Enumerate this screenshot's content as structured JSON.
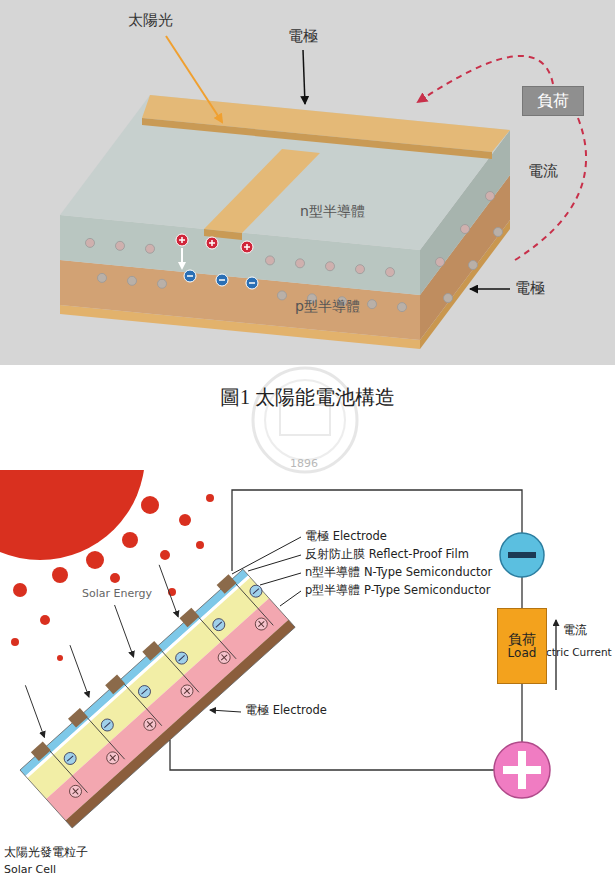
{
  "diagram": {
    "caption": "圖1 太陽能電池構造",
    "nodes": [
      {
        "text": [
          "負荷"
        ]
      },
      {
        "text": [
          "負荷",
          "Load"
        ]
      }
    ],
    "labels": [
      "太陽光",
      "電極",
      "電流",
      "n型半導體",
      "電極",
      "p型半導體",
      "1896",
      "電極 Electrode",
      "反射防止膜 Reflect-Proof Film",
      "n型半導體 N-Type Semiconductor",
      "p型半導體 P-Type Semiconductor",
      "Solar Energy",
      "電流",
      "Electric Current",
      "電極 Electrode",
      "太陽光發電粒子",
      "Solar Cell"
    ]
  }
}
